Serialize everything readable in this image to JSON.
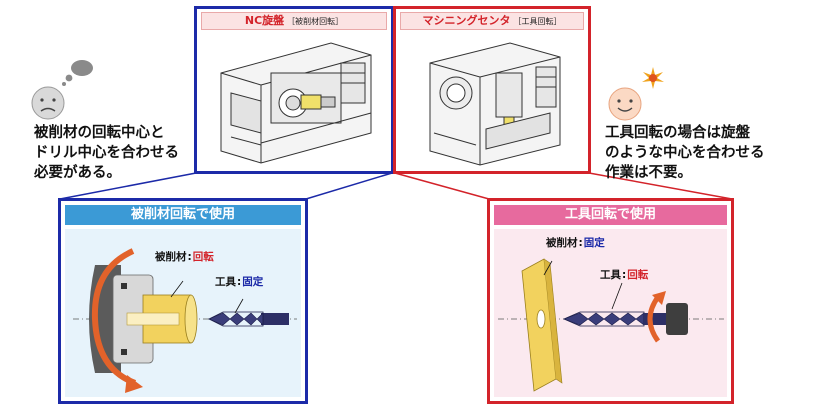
{
  "panels": {
    "nc": {
      "title": "NC旋盤",
      "subtitle": "［被削材回転］"
    },
    "mc": {
      "title": "マシニングセンタ",
      "subtitle": "［工具回転］"
    }
  },
  "side_texts": {
    "left": [
      "被削材の回転中心と",
      "ドリル中心を合わせる",
      "必要がある。"
    ],
    "right": [
      "工具回転の場合は旋盤",
      "のような中心を合わせる",
      "作業は不要。"
    ]
  },
  "boxes": {
    "left": {
      "title": "被削材回転で使用",
      "workpiece": {
        "name": "被削材",
        "state": "回転"
      },
      "tool": {
        "name": "工具",
        "state": "固定"
      }
    },
    "right": {
      "title": "工具回転で使用",
      "workpiece": {
        "name": "被削材",
        "state": "固定"
      },
      "tool": {
        "name": "工具",
        "state": "回転"
      }
    }
  },
  "colors": {
    "nc_border": "#1c2aa8",
    "mc_border": "#d3232a",
    "left_title_bg": "#3b9ad6",
    "right_title_bg": "#e76a9e",
    "rotation_arrow": "#e2622a",
    "workpiece_fill": "#f2d25e"
  },
  "icons": {
    "left_face": "sad-face-icon",
    "left_bubble": "thought-bubble-icon",
    "right_face": "smiling-face-icon",
    "right_spark": "sun-spark-icon"
  }
}
